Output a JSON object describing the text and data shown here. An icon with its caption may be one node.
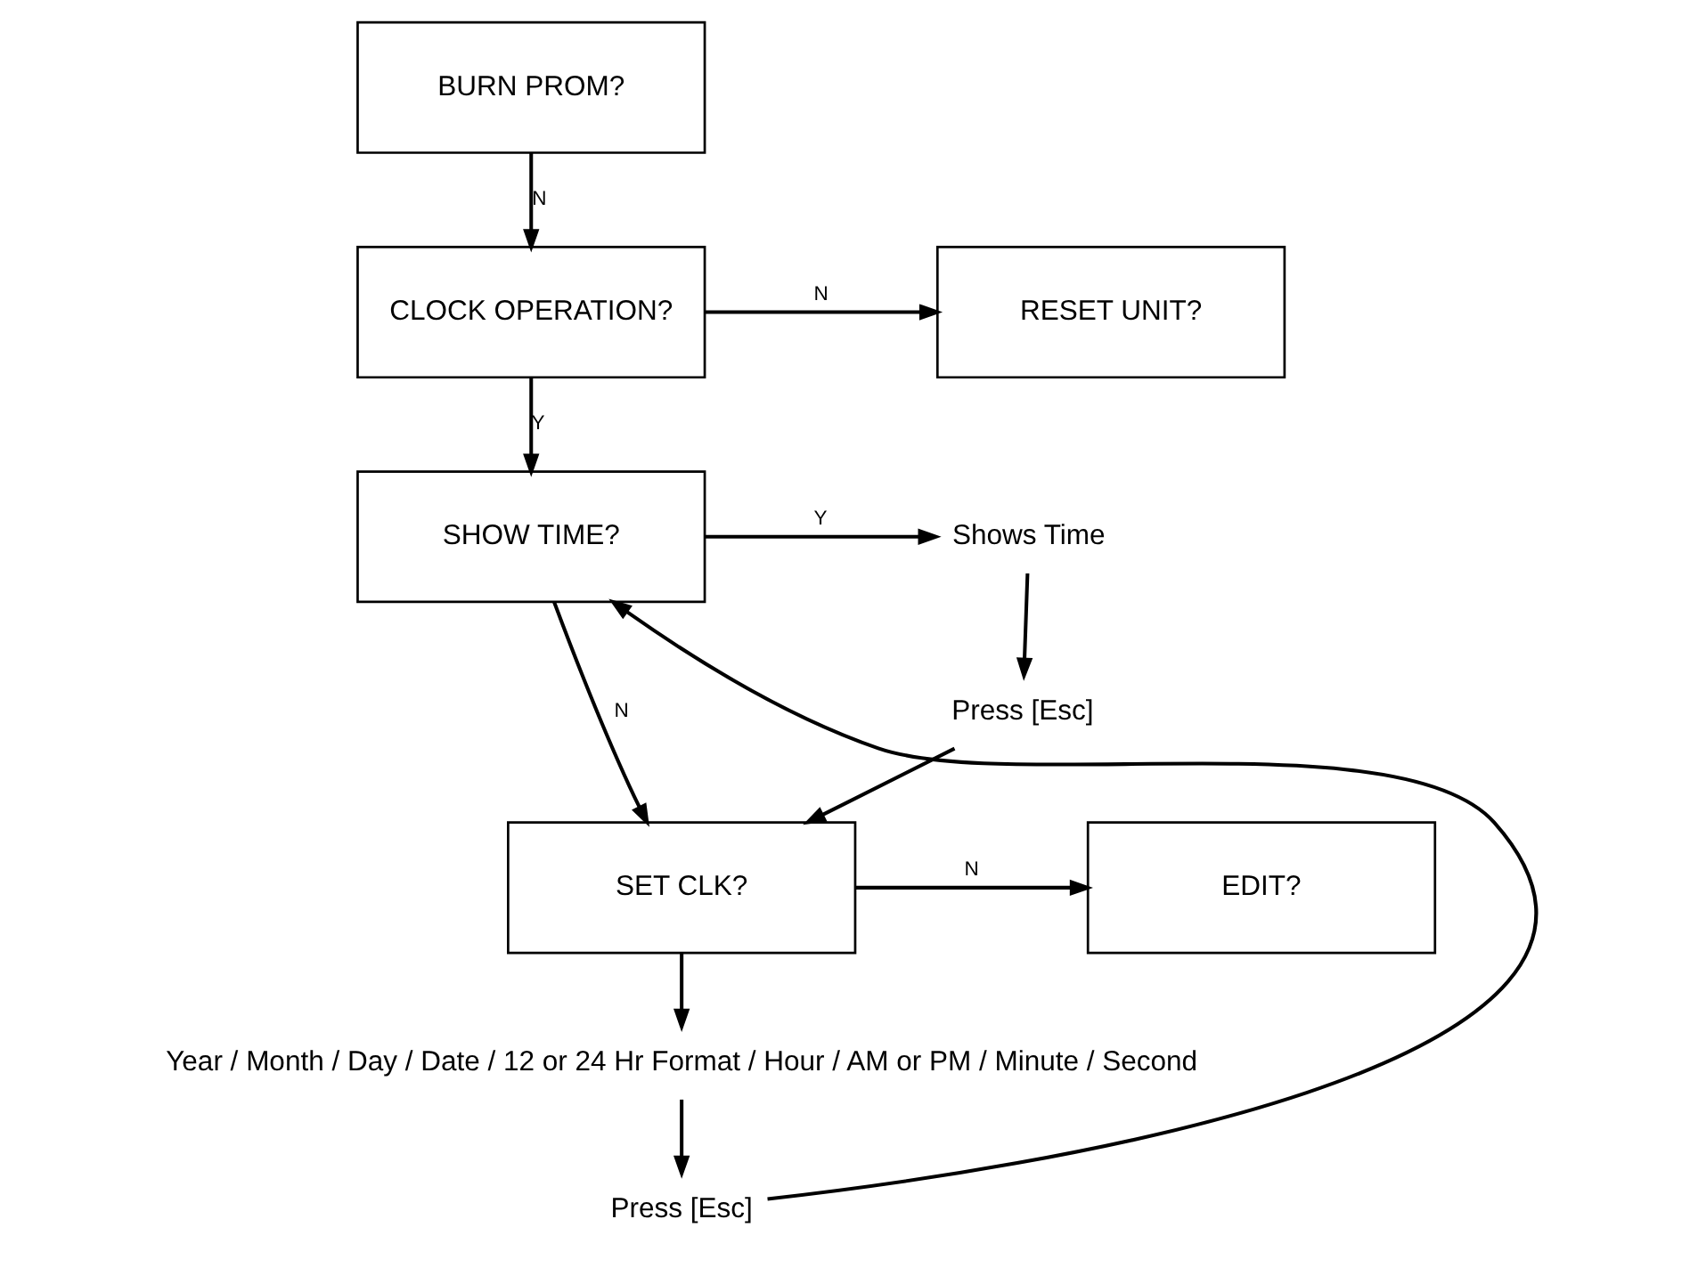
{
  "diagram": {
    "nodes": [
      {
        "text": [
          "BURN PROM?"
        ]
      },
      {
        "text": [
          "CLOCK OPERATION?"
        ]
      },
      {
        "text": [
          "RESET UNIT?"
        ]
      },
      {
        "text": [
          "SHOW TIME?"
        ]
      },
      {
        "text": [
          "Shows Time"
        ]
      },
      {
        "text": [
          "Press [Esc]"
        ]
      },
      {
        "text": [
          "SET CLK?"
        ]
      },
      {
        "text": [
          "EDIT?"
        ]
      },
      {
        "text": [
          "Year / Month / Day / Date / 12 or 24 Hr Format / Hour / AM or PM / Minute / Second"
        ]
      },
      {
        "text": [
          "Press [Esc]"
        ]
      }
    ],
    "edges": [
      {
        "from": 0,
        "to": 1,
        "arrow": "to",
        "label": "N"
      },
      {
        "from": 1,
        "to": 2,
        "arrow": "to",
        "label": "N"
      },
      {
        "from": 1,
        "to": 3,
        "arrow": "to",
        "label": "Y"
      },
      {
        "from": 3,
        "to": 4,
        "arrow": "to",
        "label": "Y"
      },
      {
        "from": 4,
        "to": 5,
        "arrow": "to"
      },
      {
        "from": 5,
        "to": 6,
        "arrow": "to"
      },
      {
        "from": 3,
        "to": 6,
        "arrow": "to",
        "label": "N"
      },
      {
        "from": 6,
        "to": 7,
        "arrow": "to",
        "label": "N"
      },
      {
        "from": 6,
        "to": 8,
        "arrow": "to"
      },
      {
        "from": 8,
        "to": 9,
        "arrow": "to"
      },
      {
        "from": 9,
        "to": 3,
        "arrow": "to"
      }
    ]
  }
}
